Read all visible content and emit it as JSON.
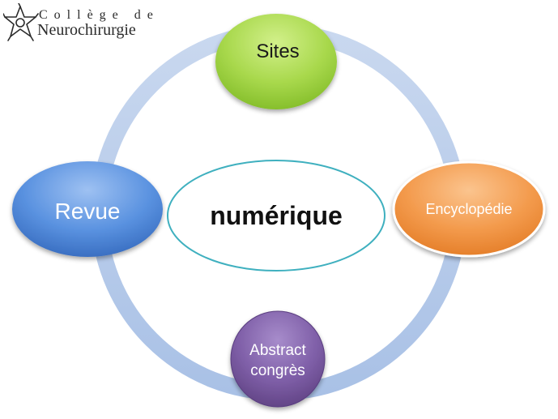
{
  "logo": {
    "line1": "Collège de",
    "line2": "Neurochirurgie"
  },
  "center": {
    "label": "numérique"
  },
  "nodes": {
    "sites": "Sites",
    "revue": "Revue",
    "encyclopedie": "Encyclopédie",
    "abstract_line1": "Abstract",
    "abstract_line2": "congrès"
  },
  "colors": {
    "ring": "#b9cdea",
    "sites": "#a6d64a",
    "revue": "#4f87d8",
    "encyclopedie": "#f2954a",
    "abstract": "#7d5ea6",
    "center_border": "#3fb0bf"
  }
}
